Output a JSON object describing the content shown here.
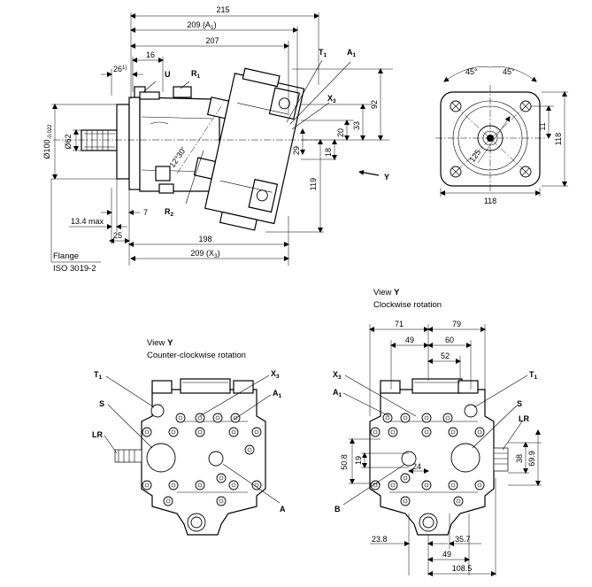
{
  "side_view": {
    "dims": {
      "d215": "215",
      "d209a1": "209 (A",
      "d209a1_sub": "1",
      "d207": "207",
      "d26": "26",
      "d26_sup": "1)",
      "d16": "16",
      "d92": "92",
      "d33": "33",
      "d20": "20",
      "d11": "11",
      "d18": "18",
      "d29": "29",
      "d119": "119",
      "d7": "7",
      "d13_4": "13.4 max",
      "d25": "25",
      "d198": "198",
      "d209x3": "209 (X",
      "d209x3_sub": "3",
      "d209x3_close": ")",
      "dia100": "Ø100",
      "dia100_tol": "-0.022",
      "dia62": "Ø62",
      "angle": "12°30'"
    },
    "ports": {
      "u": "U",
      "r1": "R",
      "r1_sub": "1",
      "r2": "R",
      "r2_sub": "2",
      "t1": "T",
      "t1_sub": "1",
      "a1": "A",
      "a1_sub": "1",
      "x3": "X",
      "x3_sub": "3"
    },
    "view_arrow": "Y",
    "flange_label": "Flange",
    "flange_std": "ISO 3019-2"
  },
  "flange_view": {
    "dims": {
      "angle1": "45°",
      "angle2": "45°",
      "d125": "125",
      "d118w": "118",
      "d118h": "118"
    }
  },
  "view_ccw": {
    "title_prefix": "View ",
    "title_letter": "Y",
    "subtitle": "Counter-clockwise rotation",
    "ports": {
      "t1": "T",
      "t1_sub": "1",
      "s": "S",
      "lr": "LR",
      "x3": "X",
      "x3_sub": "3",
      "a1": "A",
      "a1_sub": "1",
      "a": "A"
    }
  },
  "view_cw": {
    "title_prefix": "View ",
    "title_letter": "Y",
    "subtitle": "Clockwise rotation",
    "dims": {
      "d71": "71",
      "d79": "79",
      "d49": "49",
      "d60": "60",
      "d52": "52",
      "d50_8": "50.8",
      "d19": "19",
      "d24": "24",
      "d38": "38",
      "d69_9": "69.9",
      "d23_8": "23.8",
      "d35_7": "35.7",
      "d49b": "49",
      "d108_5": "108.5"
    },
    "ports": {
      "x3": "X",
      "x3_sub": "3",
      "a1": "A",
      "a1_sub": "1",
      "t1": "T",
      "t1_sub": "1",
      "s": "S",
      "lr": "LR",
      "b": "B"
    }
  }
}
